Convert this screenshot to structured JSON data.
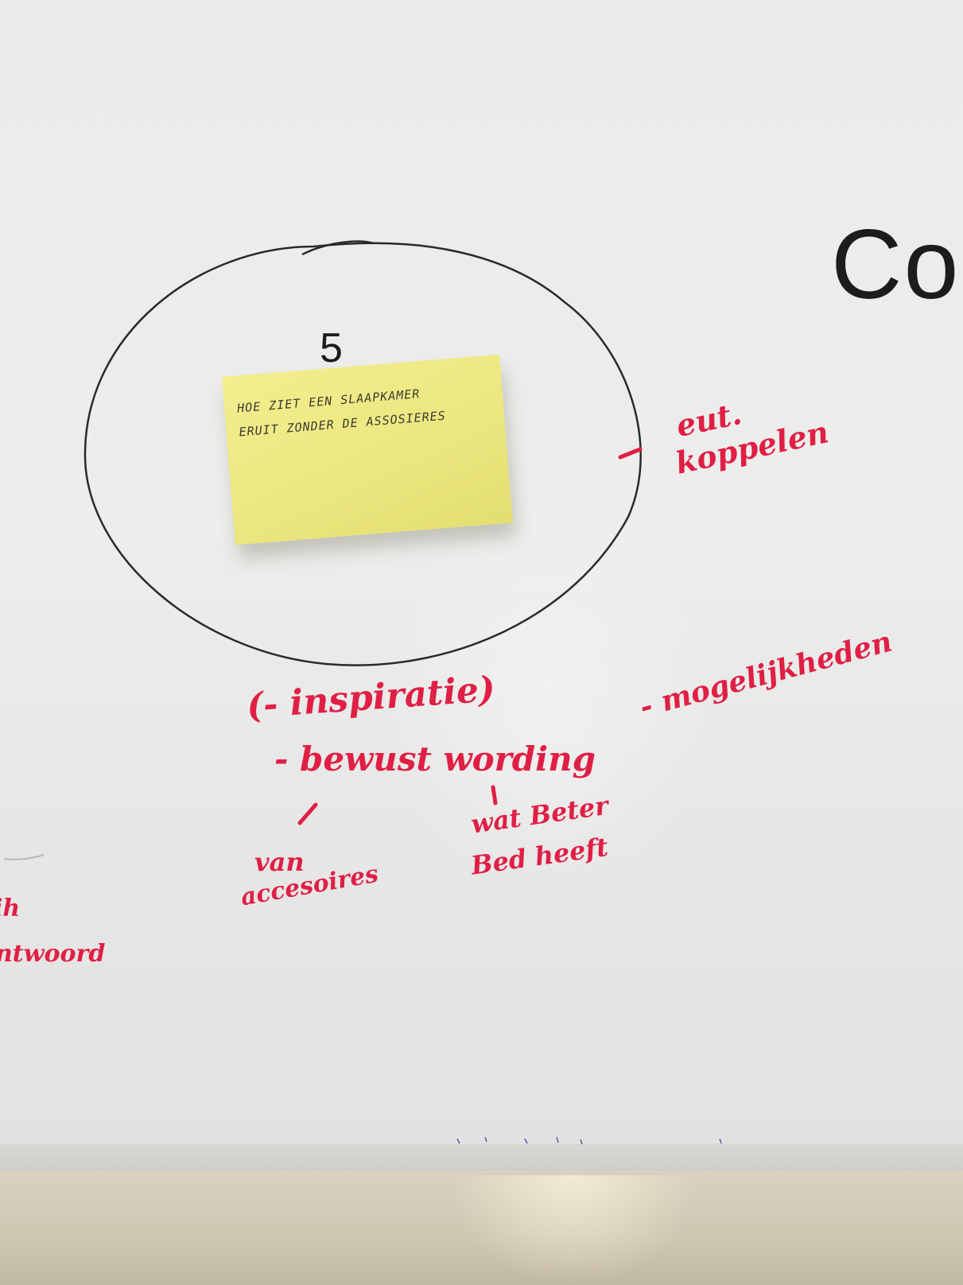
{
  "board": {
    "circle_number": "5",
    "corner_word": "Cor",
    "sticky_note": {
      "line1": "HOE ZIET EEN SLAAPKAMER",
      "line2": "ERUIT ZONDER DE ASSOSIERES"
    },
    "red_notes": {
      "right_line1": "eut.",
      "right_line2": "koppelen",
      "inspiratie": "(- inspiratie)",
      "bewustwording": "- bewust wording",
      "mogelijkheden": "- mogelijkheden",
      "van_line1": "van",
      "van_line2": "accesoires",
      "wat_line1": "wat Beter",
      "wat_line2": "Bed heeft",
      "left_fragment1": "ih",
      "left_fragment2": "ntwoord"
    }
  },
  "colors": {
    "red_marker": "#e01f44",
    "black_marker": "#1c1c1c",
    "sticky_yellow": "#eee884"
  }
}
